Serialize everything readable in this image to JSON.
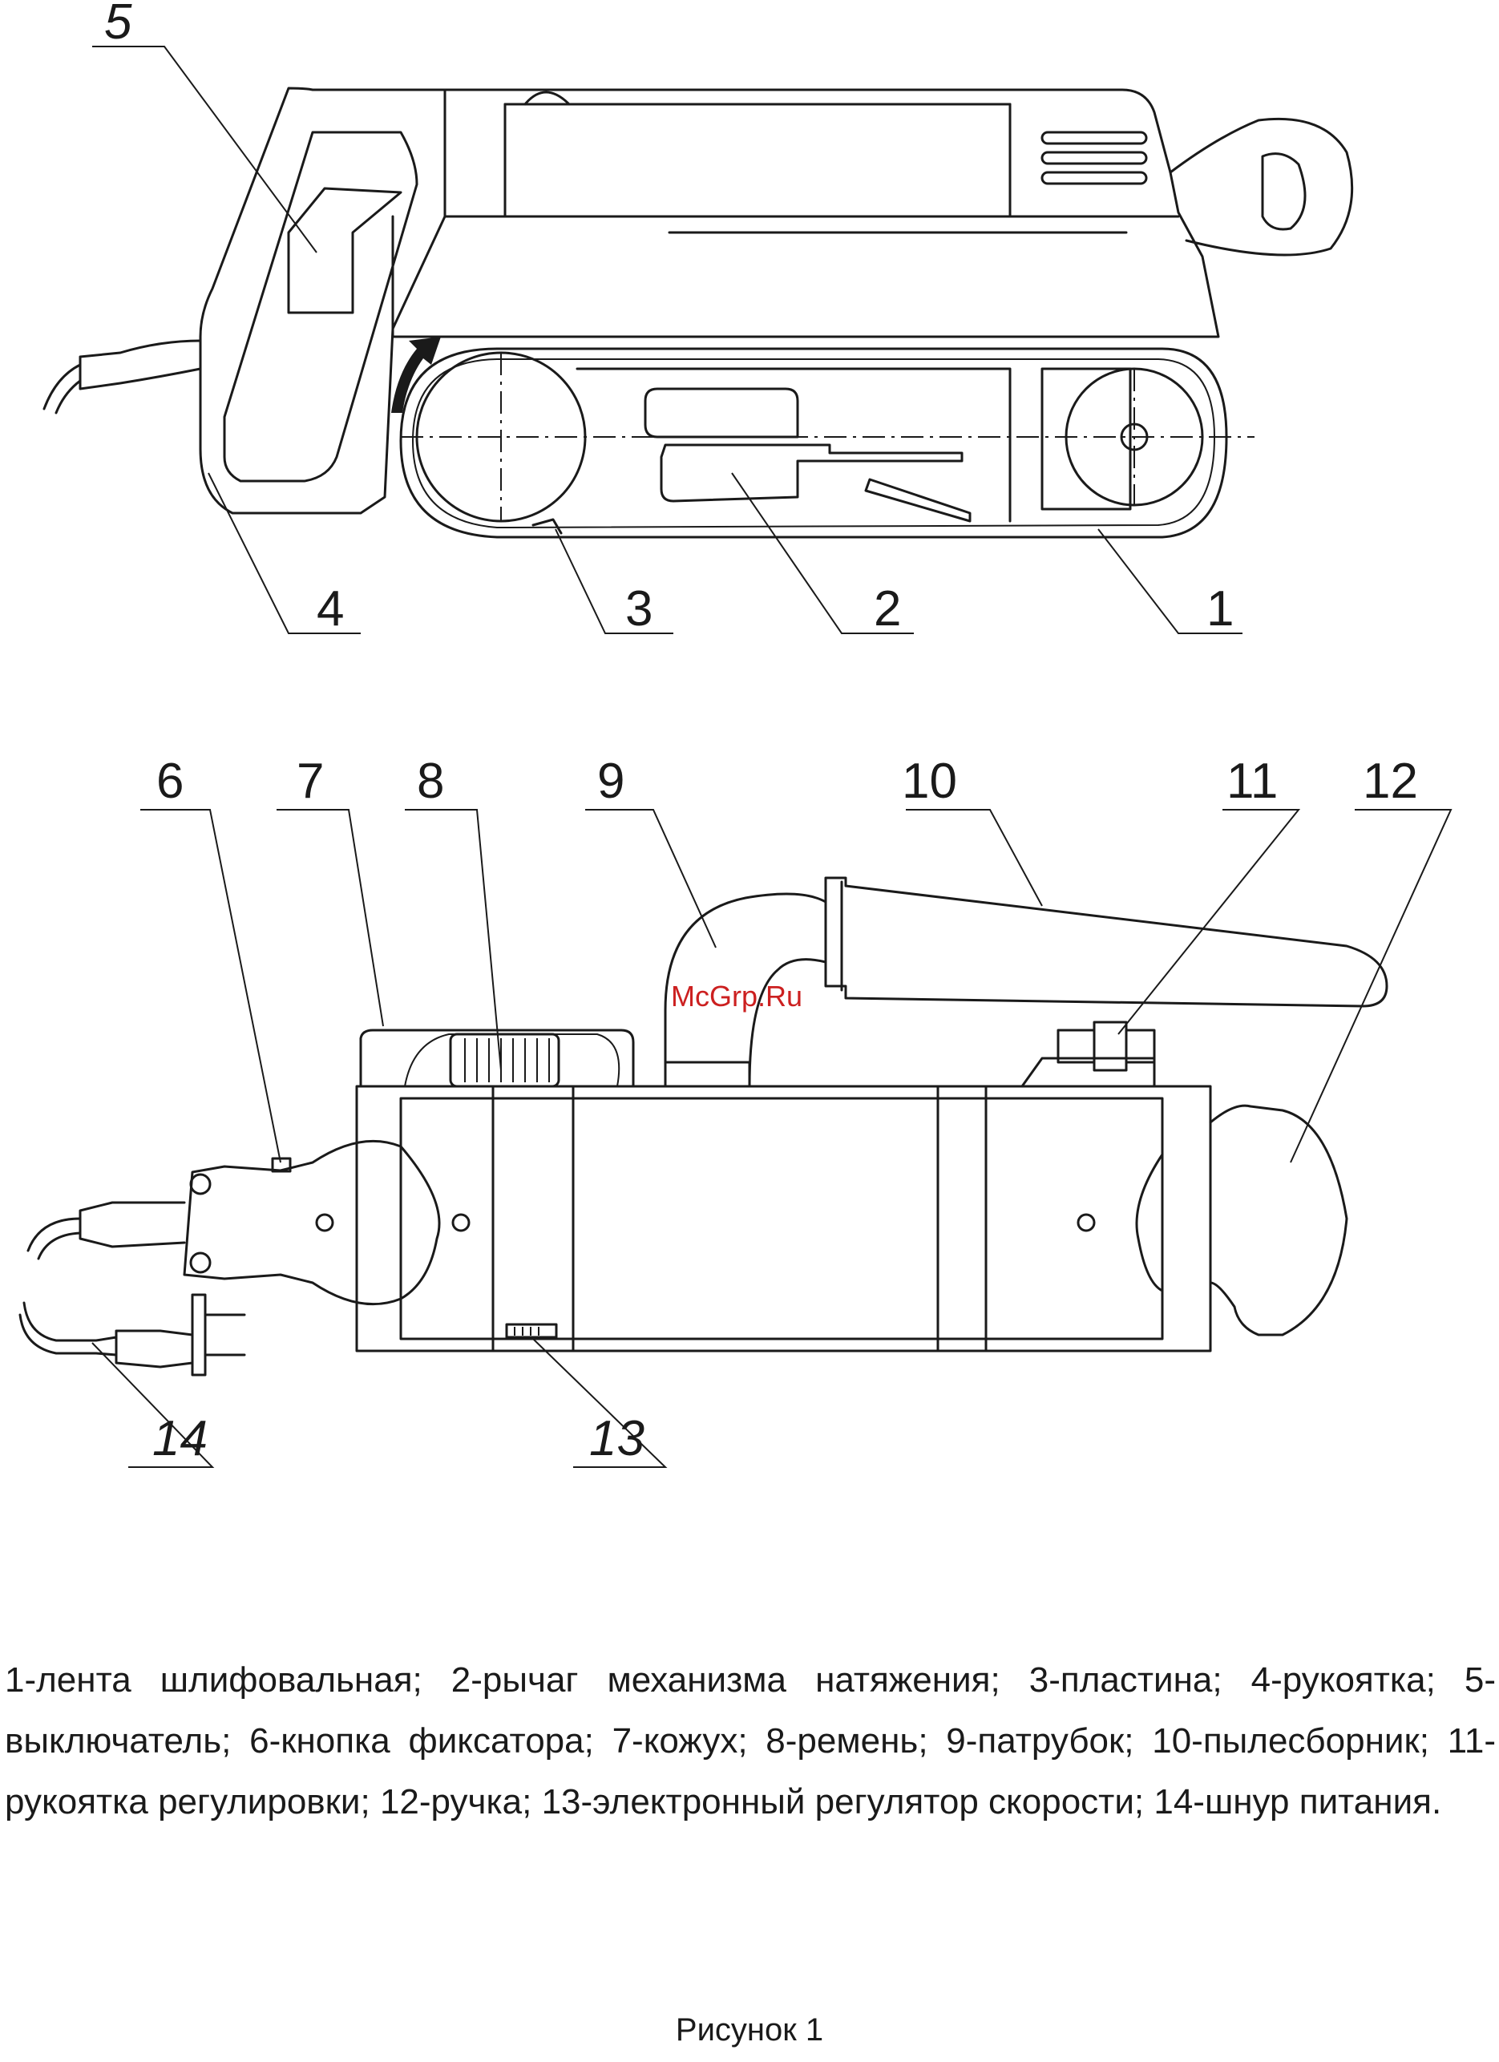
{
  "callouts": {
    "c1": "1",
    "c2": "2",
    "c3": "3",
    "c4": "4",
    "c5": "5",
    "c6": "6",
    "c7": "7",
    "c8": "8",
    "c9": "9",
    "c10": "10",
    "c11": "11",
    "c12": "12",
    "c13": "13",
    "c14": "14"
  },
  "watermark": "McGrp.Ru",
  "legend": "1-лента шлифовальная; 2-рычаг механизма натяжения; 3-пластина; 4-рукоятка; 5-выключатель; 6-кнопка фиксатора; 7-кожух; 8-ремень; 9-патрубок; 10-пылесборник; 11-рукоятка регулировки; 12-ручка; 13-электронный регулятор скорости; 14-шнур питания.",
  "caption": "Рисунок 1"
}
